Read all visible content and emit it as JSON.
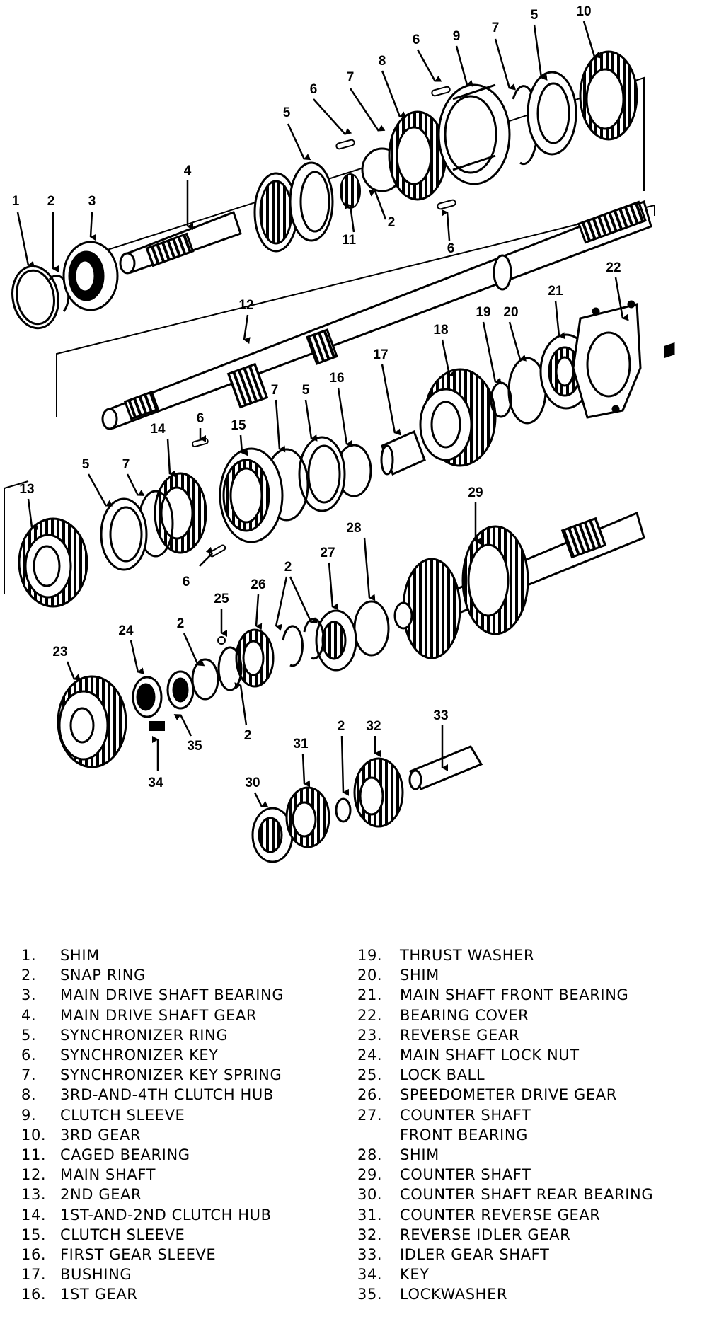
{
  "callouts": {
    "c1": "1",
    "c2a": "2",
    "c3": "3",
    "c4": "4",
    "c5a": "5",
    "c6a": "6",
    "c7a": "7",
    "c8": "8",
    "c6b": "6",
    "c9": "9",
    "c7b": "7",
    "c5b": "5",
    "c10": "10",
    "c2b": "2",
    "c11": "11",
    "c6c": "6",
    "c12": "12",
    "c18": "18",
    "c19": "19",
    "c20": "20",
    "c21": "21",
    "c22": "22",
    "c17": "17",
    "c16": "16",
    "c5c": "5",
    "c7c": "7",
    "c15": "15",
    "c6d": "6",
    "c14": "14",
    "c7d": "7",
    "c5d": "5",
    "c13": "13",
    "c29": "29",
    "c6e": "6",
    "c2c": "2",
    "c25": "25",
    "c26": "26",
    "c27": "27",
    "c28": "28",
    "c23": "23",
    "c24": "24",
    "c2d": "2",
    "c2e": "2",
    "c35": "35",
    "c34": "34",
    "c31": "31",
    "c2f": "2",
    "c32": "32",
    "c33": "33",
    "c30": "30"
  },
  "legend": {
    "left": [
      {
        "n": "1.",
        "t": "SHIM"
      },
      {
        "n": "2.",
        "t": "SNAP RING"
      },
      {
        "n": "3.",
        "t": "MAIN DRIVE SHAFT BEARING"
      },
      {
        "n": "4.",
        "t": "MAIN DRIVE SHAFT GEAR"
      },
      {
        "n": "5.",
        "t": "SYNCHRONIZER RING"
      },
      {
        "n": "6.",
        "t": "SYNCHRONIZER KEY"
      },
      {
        "n": "7.",
        "t": "SYNCHRONIZER KEY SPRING"
      },
      {
        "n": "8.",
        "t": "3RD-AND-4TH CLUTCH HUB"
      },
      {
        "n": "9.",
        "t": "CLUTCH SLEEVE"
      },
      {
        "n": "10.",
        "t": "3RD GEAR"
      },
      {
        "n": "11.",
        "t": "CAGED BEARING"
      },
      {
        "n": "12.",
        "t": "MAIN SHAFT"
      },
      {
        "n": "13.",
        "t": "2ND GEAR"
      },
      {
        "n": "14.",
        "t": "1ST-AND-2ND CLUTCH HUB"
      },
      {
        "n": "15.",
        "t": "CLUTCH SLEEVE"
      },
      {
        "n": "16.",
        "t": "FIRST GEAR SLEEVE"
      },
      {
        "n": "17.",
        "t": "BUSHING"
      },
      {
        "n": "16.",
        "t": "1ST GEAR"
      }
    ],
    "right": [
      {
        "n": "19.",
        "t": "THRUST WASHER"
      },
      {
        "n": "20.",
        "t": "SHIM"
      },
      {
        "n": "21.",
        "t": "MAIN SHAFT FRONT BEARING"
      },
      {
        "n": "22.",
        "t": "BEARING COVER"
      },
      {
        "n": "23.",
        "t": "REVERSE GEAR"
      },
      {
        "n": "24.",
        "t": "MAIN SHAFT LOCK NUT"
      },
      {
        "n": "25.",
        "t": "LOCK BALL"
      },
      {
        "n": "26.",
        "t": "SPEEDOMETER DRIVE GEAR"
      },
      {
        "n": "27.",
        "t": "COUNTER SHAFT"
      },
      {
        "n": "",
        "t": "FRONT BEARING"
      },
      {
        "n": "28.",
        "t": "SHIM"
      },
      {
        "n": "29.",
        "t": "COUNTER SHAFT"
      },
      {
        "n": "30.",
        "t": "COUNTER SHAFT REAR BEARING"
      },
      {
        "n": "31.",
        "t": "COUNTER REVERSE GEAR"
      },
      {
        "n": "32.",
        "t": "REVERSE IDLER GEAR"
      },
      {
        "n": "33.",
        "t": "IDLER GEAR SHAFT"
      },
      {
        "n": "34.",
        "t": "KEY"
      },
      {
        "n": "35.",
        "t": "LOCKWASHER"
      }
    ]
  }
}
